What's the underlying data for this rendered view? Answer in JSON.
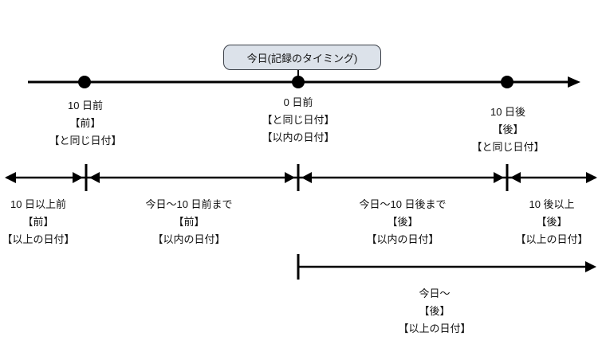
{
  "diagram": {
    "today_box": "今日(記録のタイミング)",
    "timeline_points": [
      {
        "label": "10 日前",
        "line1": "【前】",
        "line2": "【と同じ日付】"
      },
      {
        "label": "0 日前",
        "line1": "【と同じ日付】",
        "line2": "【以内の日付】"
      },
      {
        "label": "10 日後",
        "line1": "【後】",
        "line2": "【と同じ日付】"
      }
    ],
    "range_segments": [
      {
        "label": "10 日以上前",
        "line1": "【前】",
        "line2": "【以上の日付】"
      },
      {
        "label": "今日〜10 日前まで",
        "line1": "【前】",
        "line2": "【以内の日付】"
      },
      {
        "label": "今日〜10 日後まで",
        "line1": "【後】",
        "line2": "【以内の日付】"
      },
      {
        "label": "10 後以上",
        "line1": "【後】",
        "line2": "【以上の日付】"
      }
    ],
    "future_range": {
      "label": "今日〜",
      "line1": "【後】",
      "line2": "【以上の日付】"
    },
    "colors": {
      "line": "#000000",
      "box_fill": "#dce2ea",
      "box_border": "#3a3f47",
      "text": "#111111"
    }
  }
}
